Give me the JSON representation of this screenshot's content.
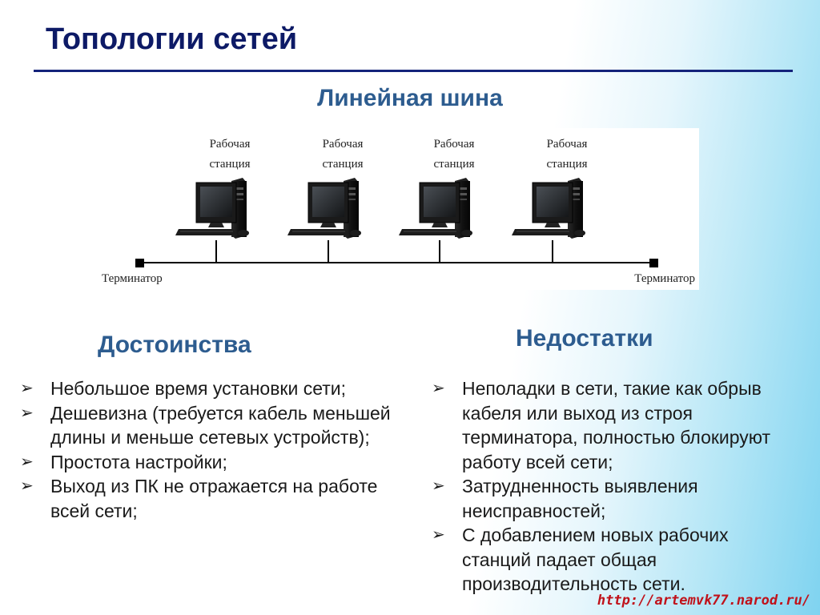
{
  "slide": {
    "title": "Топологии сетей",
    "subtitle": "Линейная шина"
  },
  "diagram": {
    "workstation_label_line1": "Рабочая",
    "workstation_label_line2": "станция",
    "workstation_count": 4,
    "terminator_left_label": "Терминатор",
    "terminator_right_label": "Терминатор"
  },
  "advantages": {
    "heading": "Достоинства",
    "items": [
      "Небольшое время установки сети;",
      "Дешевизна (требуется кабель меньшей длины и меньше сетевых устройств);",
      "Простота настройки;",
      "Выход из ПК не отражается на работе всей сети;"
    ]
  },
  "disadvantages": {
    "heading": "Недостатки",
    "items": [
      "Неполадки в сети, такие как обрыв кабеля или выход из строя терминатора, полностью блокируют работу всей сети;",
      "Затрудненность выявления неисправностей;",
      "С добавлением новых рабочих станций падает общая производительность сети."
    ]
  },
  "watermark": "http://artemvk77.narod.ru/",
  "colors": {
    "title": "#0d1a66",
    "heading": "#2d5c8f",
    "watermark": "#c0121a"
  },
  "icons": {
    "bullet": "arrow-bullet-icon",
    "workstation": "computer-icon",
    "terminator": "terminator-icon"
  }
}
